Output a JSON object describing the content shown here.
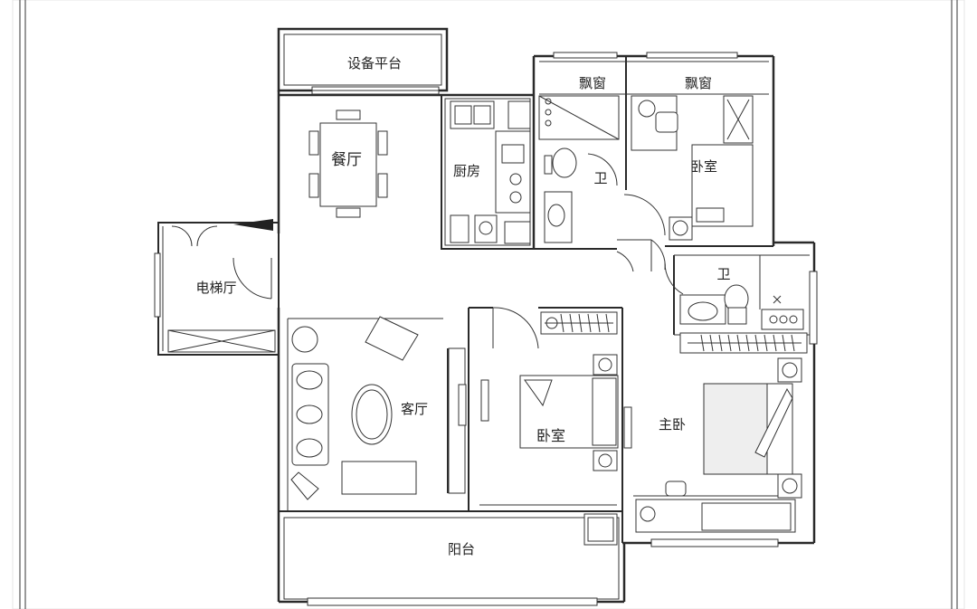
{
  "floorplan": {
    "rooms": [
      {
        "id": "equipment-platform",
        "label": "设备平台"
      },
      {
        "id": "dining",
        "label": "餐厅"
      },
      {
        "id": "kitchen",
        "label": "厨房"
      },
      {
        "id": "bay-window-1",
        "label": "飘窗"
      },
      {
        "id": "bay-window-2",
        "label": "飘窗"
      },
      {
        "id": "bath-1",
        "label": "卫"
      },
      {
        "id": "bedroom-1",
        "label": "卧室"
      },
      {
        "id": "elevator-hall",
        "label": "电梯厅"
      },
      {
        "id": "bath-2",
        "label": "卫"
      },
      {
        "id": "living",
        "label": "客厅"
      },
      {
        "id": "bedroom-2",
        "label": "卧室"
      },
      {
        "id": "master-bedroom",
        "label": "主卧"
      },
      {
        "id": "balcony",
        "label": "阳台"
      }
    ]
  },
  "colors": {
    "wall": "#2a2a2a",
    "background": "#ffffff",
    "pattern": "#e6e6e6"
  }
}
